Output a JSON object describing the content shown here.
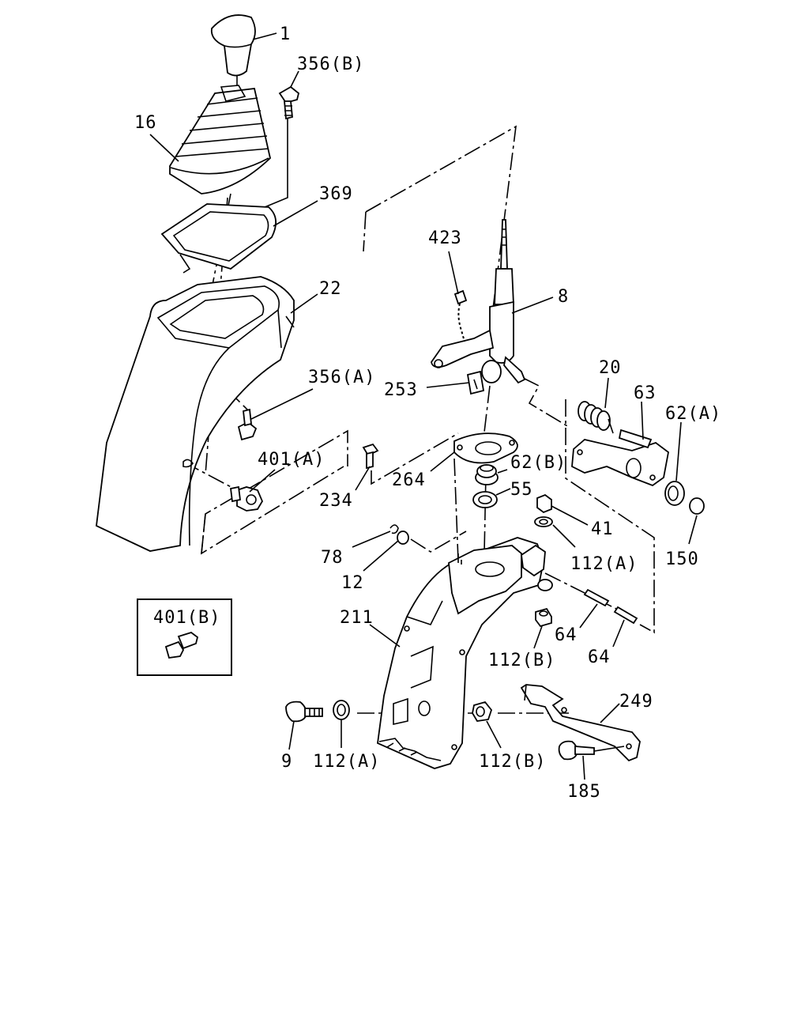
{
  "diagram": {
    "labels": {
      "p1": "1",
      "p356b": "356(B)",
      "p16": "16",
      "p369": "369",
      "p22": "22",
      "p356a": "356(A)",
      "p401a": "401(A)",
      "p401b": "401(B)",
      "p234": "234",
      "p264": "264",
      "p423": "423",
      "p8": "8",
      "p253": "253",
      "p20": "20",
      "p63": "63",
      "p62a": "62(A)",
      "p62b": "62(B)",
      "p55": "55",
      "p41": "41",
      "p112a_r": "112(A)",
      "p150": "150",
      "p78": "78",
      "p12": "12",
      "p211": "211",
      "p64a": "64",
      "p64b": "64",
      "p112b_m": "112(B)",
      "p249": "249",
      "p9": "9",
      "p112a_b": "112(A)",
      "p112b_b": "112(B)",
      "p185": "185"
    }
  }
}
